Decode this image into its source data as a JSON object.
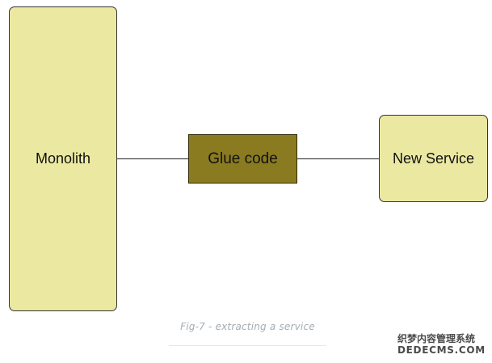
{
  "diagram": {
    "monolith": {
      "label": "Monolith"
    },
    "glue_code": {
      "label": "Glue code"
    },
    "new_service": {
      "label": "New Service"
    }
  },
  "caption": "Fig-7 - extracting a service",
  "watermark": {
    "line1": "织梦内容管理系统",
    "line2": "DEDECMS.COM"
  }
}
